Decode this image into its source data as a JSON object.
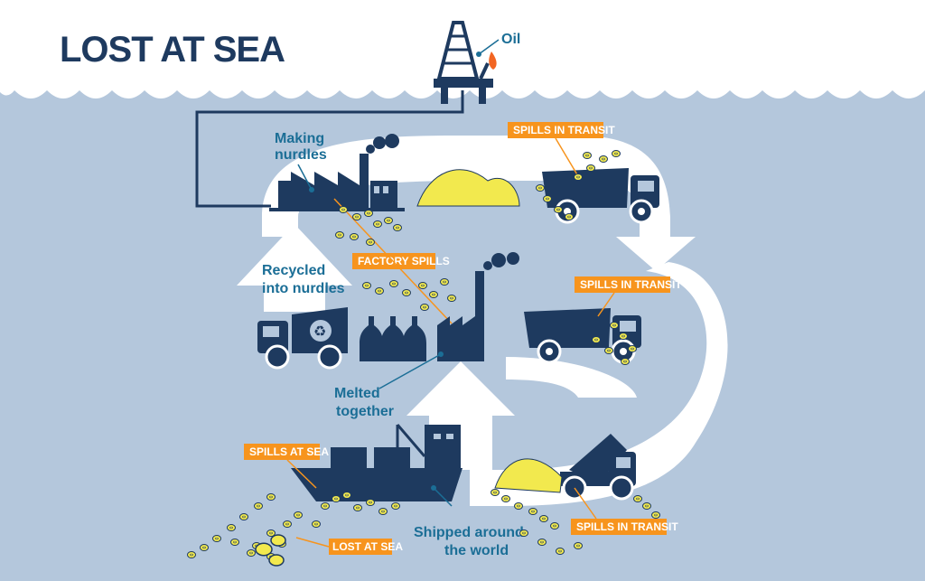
{
  "title": "LOST AT SEA",
  "labels": {
    "oil": "Oil",
    "making_nurdles_1": "Making",
    "making_nurdles_2": "nurdles",
    "recycled_1": "Recycled",
    "recycled_2": "into nurdles",
    "melted_1": "Melted",
    "melted_2": "together",
    "shipped_1": "Shipped around",
    "shipped_2": "the world"
  },
  "tags": {
    "spills_transit_1": "SPILLS IN TRANSIT",
    "spills_transit_2": "SPILLS IN TRANSIT",
    "spills_transit_3": "SPILLS IN TRANSIT",
    "factory_spills": "FACTORY SPILLS",
    "spills_at_sea": "SPILLS AT SEA",
    "lost_at_sea": "LOST AT SEA"
  },
  "colors": {
    "sea": "#b4c7dc",
    "navy": "#1e3a5f",
    "label_blue": "#1b6e96",
    "tag_orange": "#f7941d",
    "nurdle_yellow": "#f2e94e",
    "flame": "#f26522"
  },
  "icons": [
    "oil-rig-icon",
    "factory-icon",
    "dump-truck-icon",
    "recycling-truck-icon",
    "bottles-icon",
    "cargo-ship-icon",
    "crane-icon",
    "recycle-symbol-icon"
  ]
}
